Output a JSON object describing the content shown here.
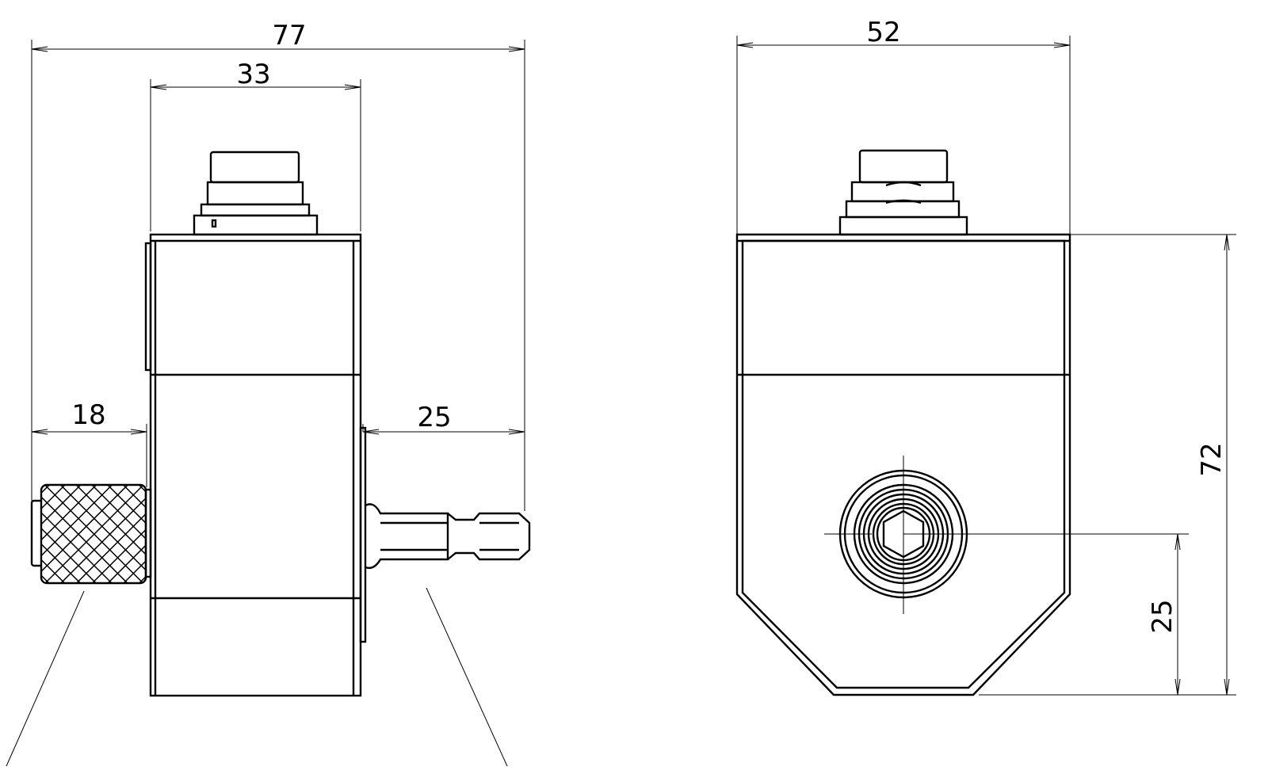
{
  "side_view": {
    "overall_width": "77",
    "body_width": "33",
    "knob_length": "18",
    "bit_length": "25"
  },
  "front_view": {
    "width": "52",
    "height": "72",
    "bore_height": "25"
  },
  "colors": {
    "line": "#000000",
    "background": "#ffffff"
  }
}
